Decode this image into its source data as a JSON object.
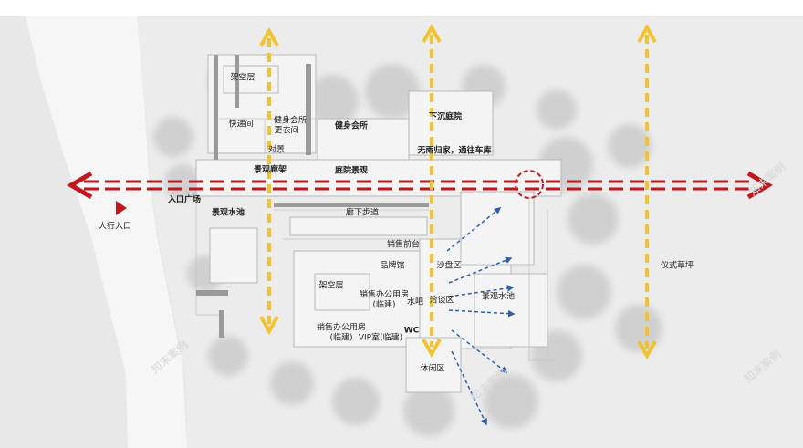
{
  "labels": {
    "raised_floor_top": "架空层",
    "express_room": "快递间",
    "gym_locker_1": "健身会所",
    "gym_locker_2": "更衣间",
    "gym": "健身会所",
    "sunken_courtyard": "下沉庭院",
    "no_rain_home": "无雨归家，通往车库",
    "opposite_view": "对景",
    "landscape_corridor": "景观廊架",
    "courtyard_view": "庭院景观",
    "entrance_plaza": "入口广场",
    "pedestrian_entrance": "人行入口",
    "landscape_pool_left": "景观水池",
    "corridor_path": "廊下步道",
    "sales_desk": "销售前台",
    "brand_hall": "品牌馆",
    "sand_table": "沙盘区",
    "raised_floor_mid": "架空层",
    "sales_office_1_a": "销售办公用房",
    "sales_office_1_b": "(临建)",
    "bar": "水吧",
    "negotiation": "洽谈区",
    "landscape_pool_right": "景观水池",
    "sales_office_2_a": "销售办公用房",
    "sales_office_2_b": "(临建)",
    "vip_room": "VIP室(临建)",
    "wc": "WC",
    "leisure": "休闲区",
    "ceremonial_lawn": "仪式草坪"
  },
  "colors": {
    "main_axis": "#c0161c",
    "view_axis": "#f2c230",
    "view_flow": "#2d5fa8",
    "entrance_marker": "#c0161c"
  },
  "watermark": "知末案例"
}
